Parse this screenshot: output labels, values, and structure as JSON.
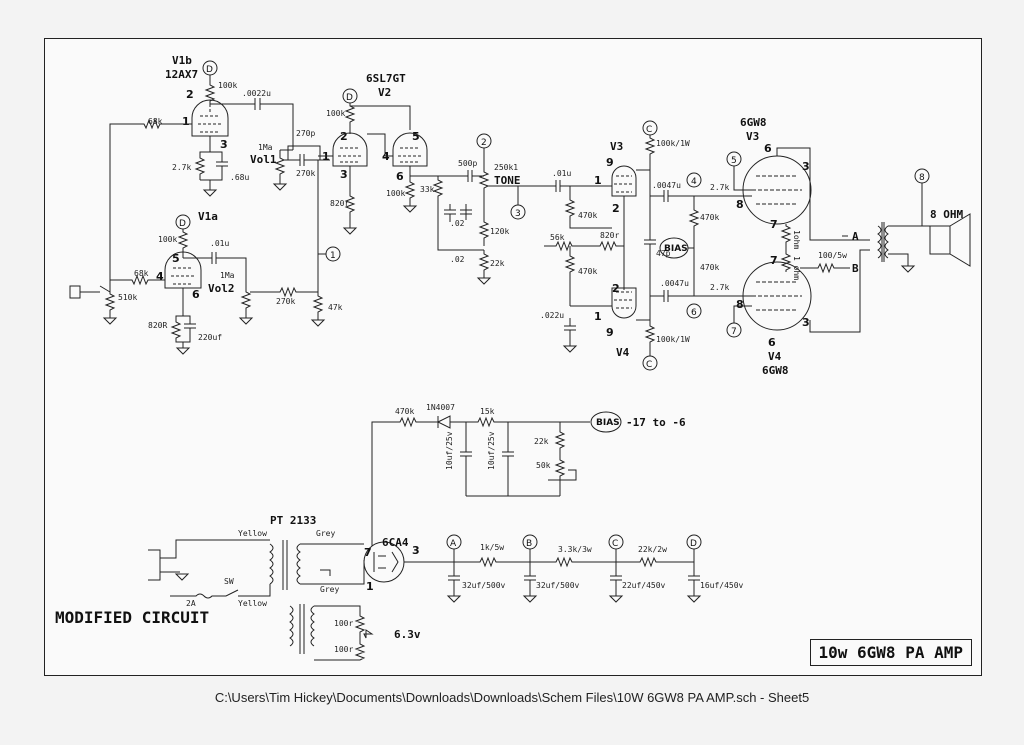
{
  "sheet": {
    "modified_label": "MODIFIED CIRCUIT",
    "title": "10w 6GW8 PA AMP",
    "footer": "C:\\Users\\Tim Hickey\\Documents\\Downloads\\Downloads\\Schem Files\\10W 6GW8 PA AMP.sch  -  Sheet5"
  },
  "tubes": {
    "v1b": "V1b",
    "v1b_type": "12AX7",
    "v1a": "V1a",
    "v2": "V2",
    "v2_type": "6SL7GT",
    "v3": "V3",
    "v4": "V4",
    "v3_type": "6GW8",
    "v4_type": "6GW8",
    "rect": "6CA4"
  },
  "components": {
    "r100k_a": "100k",
    "c0022": ".0022u",
    "r68k_a": "68k",
    "r2_7k": "2.7k",
    "c68u": ".68u",
    "vol1_pot": "1Ma",
    "vol1": "Vol1",
    "c270p": "270p",
    "r270k_a": "270k",
    "r100k_b": "100k",
    "r68k_b": "68k",
    "r510k": "510k",
    "c01u_a": ".01u",
    "vol2_pot": "1Ma",
    "vol2": "Vol2",
    "r820r_a": "820R",
    "c220uf": "220uf",
    "r270k_b": "270k",
    "r47k": "47k",
    "r100k_c": "100k",
    "r820r_b": "820r",
    "r100k_d": "100k",
    "r33k": "33k",
    "c500p": "500p",
    "pot250k": "250k1",
    "tone": "TONE",
    "c02_a": ".02",
    "c02_b": ".02",
    "r120k": "120k",
    "r22k_a": "22k",
    "c01u_b": ".01u",
    "r470k_a": "470k",
    "r56k": "56k",
    "r820r_c": "820r",
    "r470k_b": "470k",
    "c022u": ".022u",
    "r100k1w_a": "100k/1W",
    "r100k1w_b": "100k/1W",
    "c47p": "47p",
    "c0047_a": ".0047u",
    "c0047_b": ".0047u",
    "r470k_c": "470k",
    "r470k_d": "470k",
    "r2_7k_b": "2.7k",
    "r2_7k_c": "2.7k",
    "r1ohm_a": "1ohm",
    "r1ohm_b": "1 ohm",
    "r100_5w": "100/5w",
    "bias": "BIAS",
    "ohm8": "8 OHM",
    "r470k_e": "470k",
    "d1n4007": "1N4007",
    "r15k": "15k",
    "bias_range": "-17 to -6",
    "c10uf_a": "10uf/25v",
    "c10uf_b": "10uf/25v",
    "r22k_b": "22k",
    "pot50k": "50k",
    "pt": "PT 2133",
    "yellow_a": "Yellow",
    "grey_a": "Grey",
    "grey_b": "Grey",
    "yellow_b": "Yellow",
    "sw": "SW",
    "fuse": "2A",
    "r1k5w": "1k/5w",
    "r3_3k": "3.3k/3w",
    "r22k2w": "22k/2w",
    "c32_a": "32uf/500v",
    "c32_b": "32uf/500v",
    "c22": "22uf/450v",
    "c16": "16uf/450v",
    "r100r_a": "100r",
    "r100r_b": "100r",
    "v6_3": "6.3v"
  },
  "nodes": {
    "D": "D",
    "C": "C",
    "A": "A",
    "B": "B",
    "n1": "1",
    "n2": "2",
    "n3": "3",
    "n4": "4",
    "n5": "5",
    "n6": "6",
    "n7": "7",
    "n8": "8"
  },
  "pins": {
    "p1": "1",
    "p2": "2",
    "p3": "3",
    "p4": "4",
    "p5": "5",
    "p6": "6",
    "p7": "7",
    "p8": "8",
    "p9": "9"
  }
}
